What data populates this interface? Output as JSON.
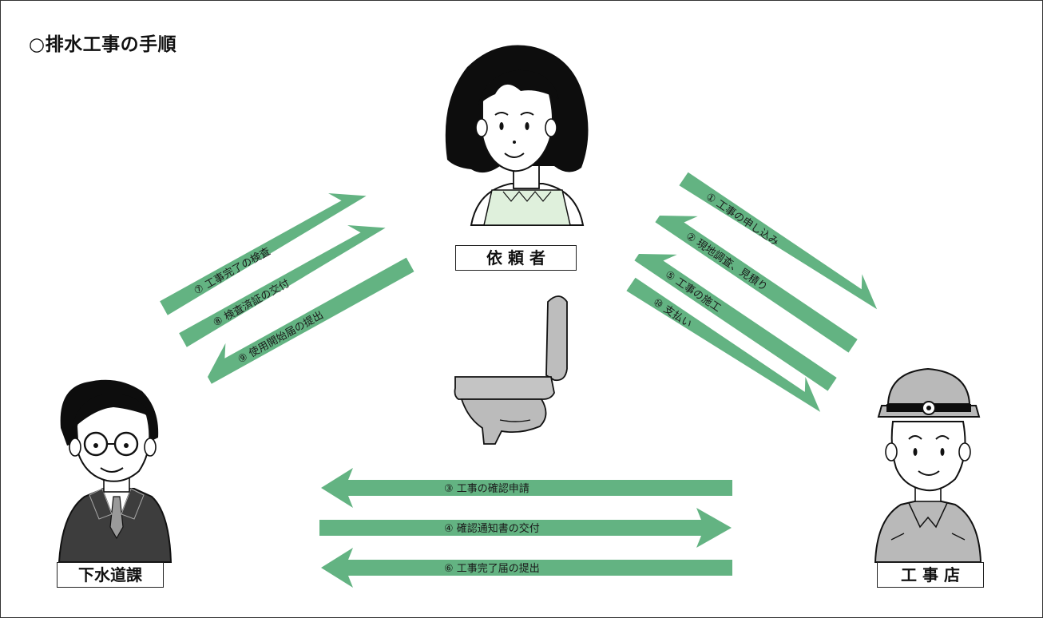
{
  "title": "○排水工事の手順",
  "colors": {
    "arrow": "#63b382",
    "hair": "#0d0d0d",
    "skin": "#ffffff",
    "gray": "#b9b9b9",
    "apron": "#dff0dc"
  },
  "actors": {
    "requester": {
      "label": "依 頼 者"
    },
    "sewer_dept": {
      "label": "下水道課"
    },
    "contractor": {
      "label": "工 事 店"
    }
  },
  "left_steps": [
    {
      "num": "⑦",
      "text": "工事完了の検査"
    },
    {
      "num": "⑧",
      "text": "検査済証の交付"
    },
    {
      "num": "⑨",
      "text": "使用開始届の提出"
    }
  ],
  "right_steps": [
    {
      "num": "①",
      "text": "工事の申し込み"
    },
    {
      "num": "②",
      "text": "現地調査、見積り"
    },
    {
      "num": "⑤",
      "text": "工事の施工"
    },
    {
      "num": "⑩",
      "text": "支払い"
    }
  ],
  "bottom_steps": [
    {
      "num": "③",
      "text": "工事の確認申請"
    },
    {
      "num": "④",
      "text": "確認通知書の交付"
    },
    {
      "num": "⑥",
      "text": "工事完了届の提出"
    }
  ]
}
